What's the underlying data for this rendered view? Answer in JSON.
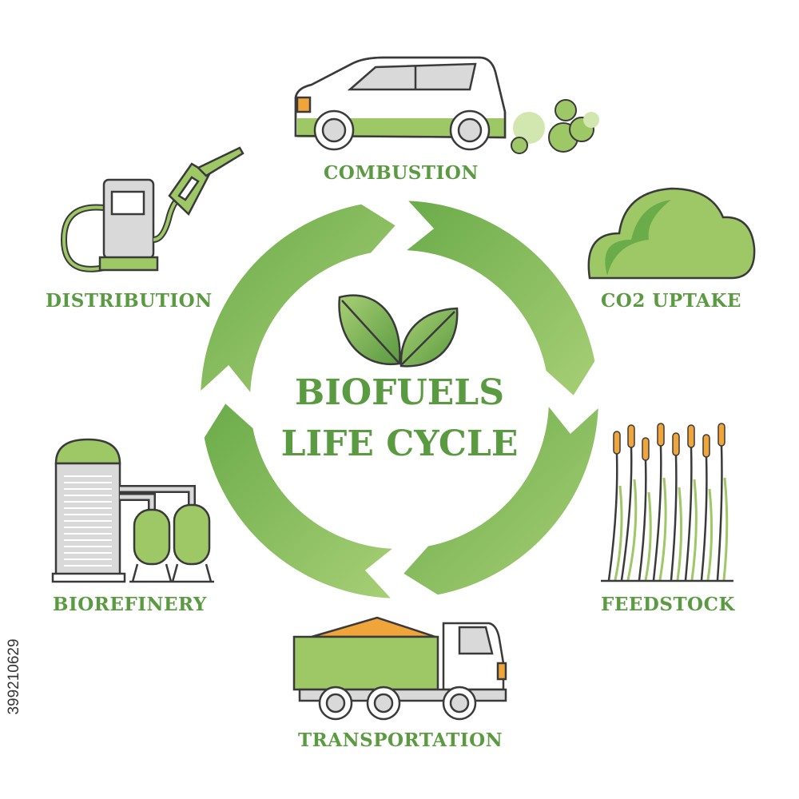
{
  "title": {
    "line1": "BIOFUELS",
    "line2": "LIFE CYCLE"
  },
  "stages": [
    {
      "id": "combustion",
      "label": "COMBUSTION",
      "icon": "car-icon"
    },
    {
      "id": "co2-uptake",
      "label": "CO2 UPTAKE",
      "icon": "cloud-icon"
    },
    {
      "id": "feedstock",
      "label": "FEEDSTOCK",
      "icon": "crops-icon"
    },
    {
      "id": "transportation",
      "label": "TRANSPORTATION",
      "icon": "truck-icon"
    },
    {
      "id": "biorefinery",
      "label": "BIOREFINERY",
      "icon": "refinery-icon"
    },
    {
      "id": "distribution",
      "label": "DISTRIBUTION",
      "icon": "fuel-pump-icon"
    }
  ],
  "center_icon": "leaves-icon",
  "cycle_icon": "circular-arrows-icon",
  "stock_id": "399210629",
  "colors": {
    "green": "#5a9a40",
    "light_green": "#9ec766",
    "pale_green": "#c9e0a3",
    "outline": "#3a3a3a",
    "gray": "#d9d9d9",
    "orange": "#f0a53a"
  }
}
